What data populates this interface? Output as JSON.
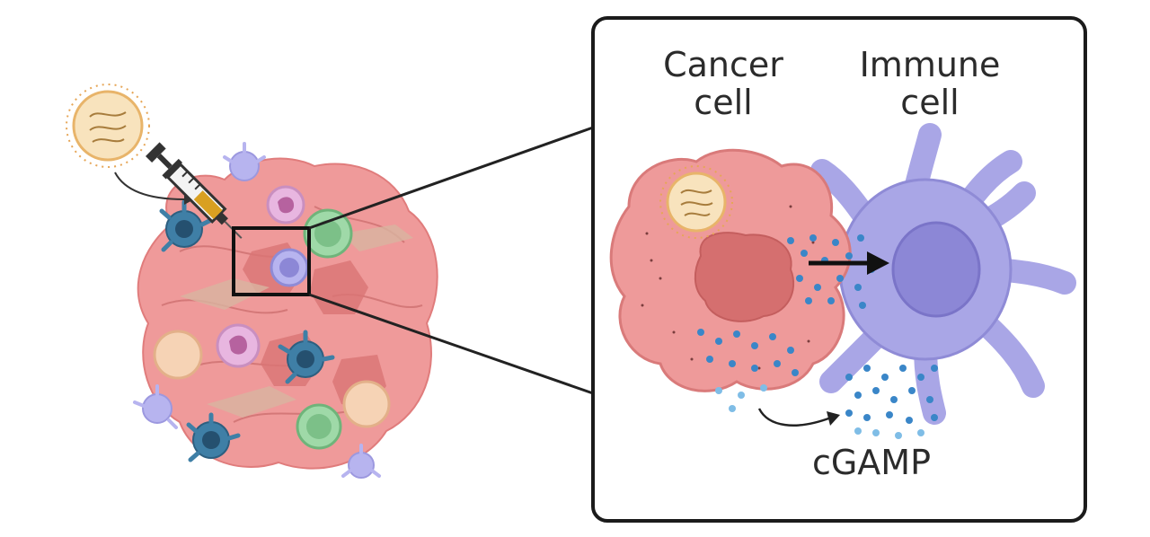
{
  "labels": {
    "cancer_line1": "Cancer",
    "cancer_line2": "cell",
    "immune_line1": "Immune",
    "immune_line2": "cell",
    "cgamp": "cGAMP"
  },
  "colors": {
    "tumor": "#e98a8a",
    "tumor_dark": "#c95b5b",
    "immune_cell": "#a9a6e6",
    "immune_nucleus": "#8c87d6",
    "cgamp_dot": "#3a86c8",
    "virus": "#f6ddb0",
    "syringe_liquid": "#d9a021",
    "outline": "#1a1a1a"
  }
}
